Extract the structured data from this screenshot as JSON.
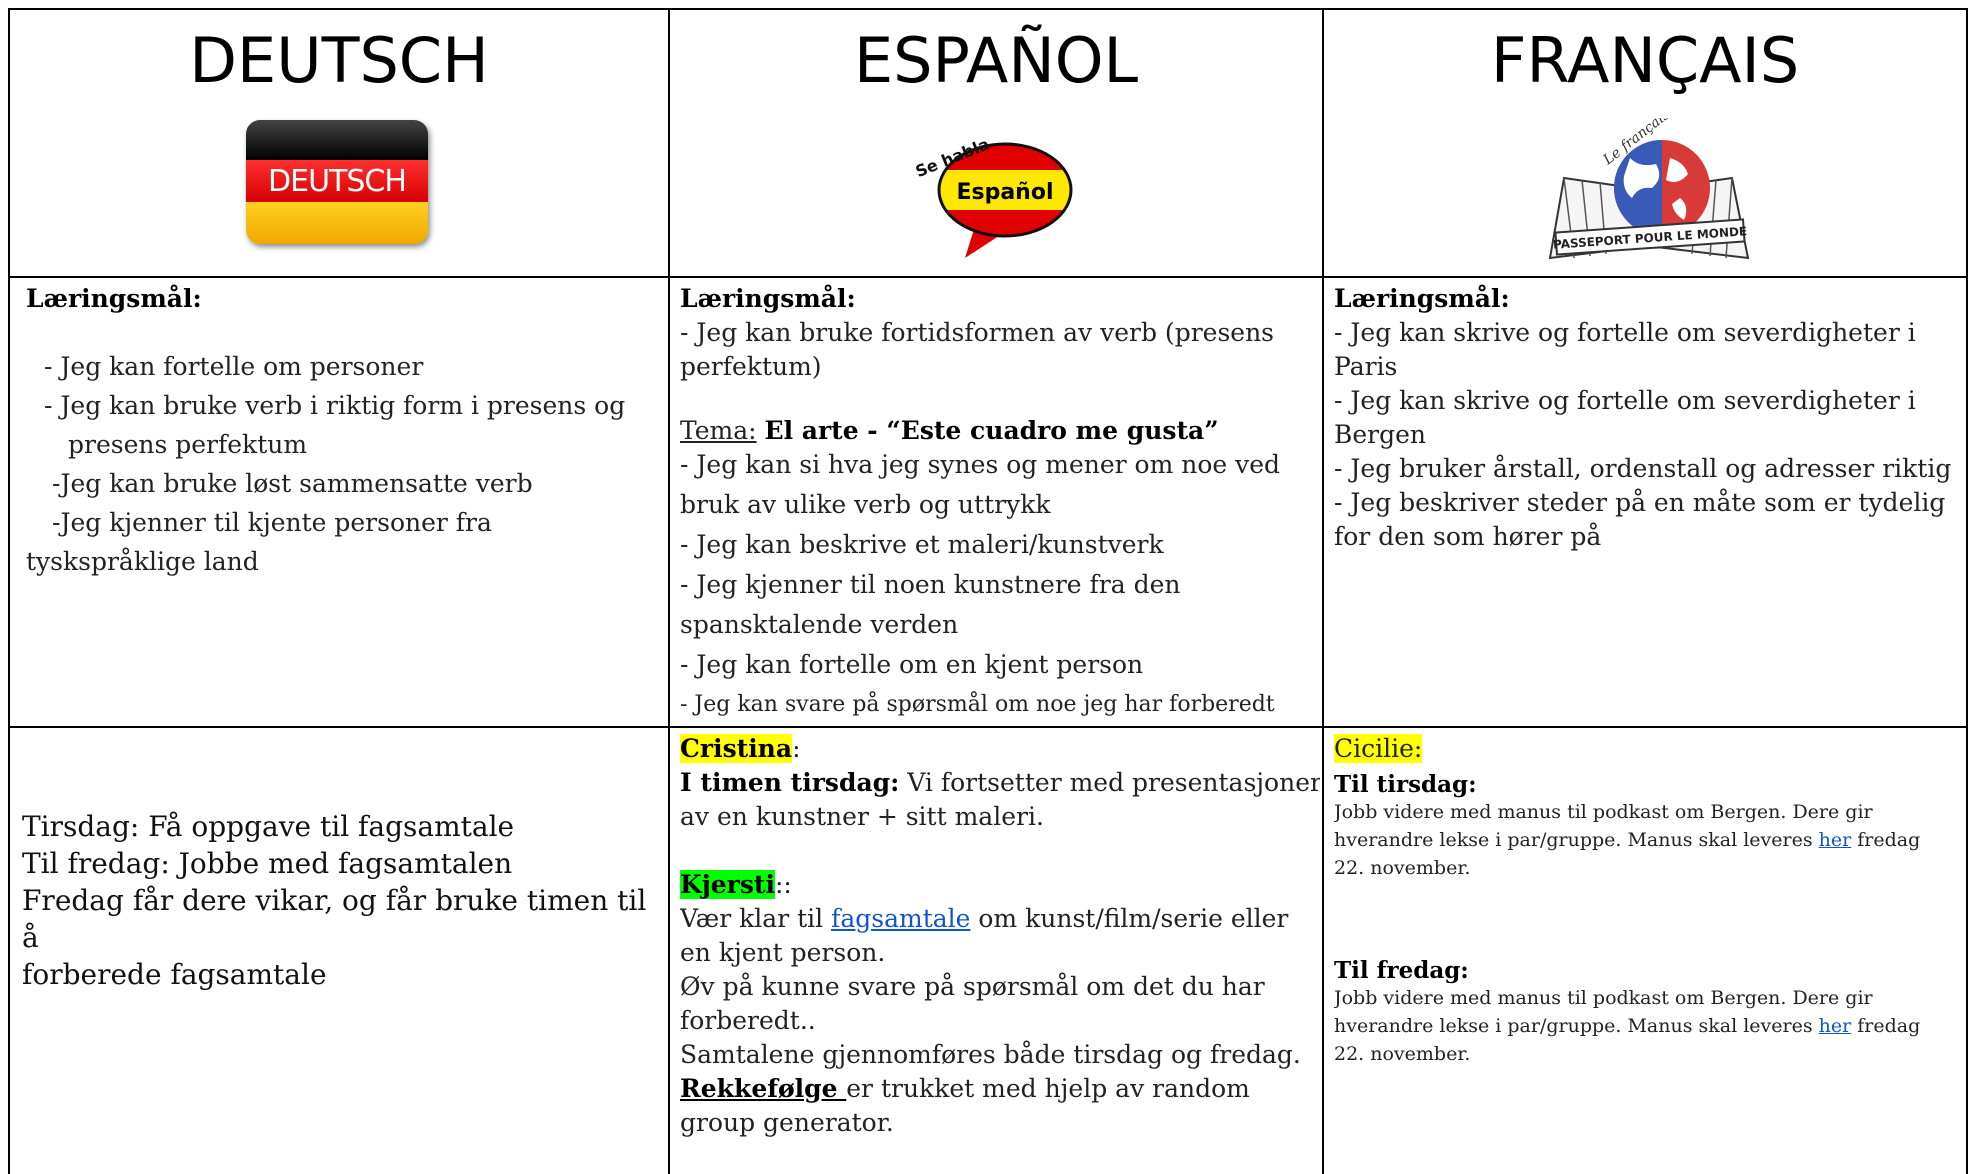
{
  "columns": {
    "deutsch": {
      "title": "DEUTSCH",
      "logo_text": "DEUTSCH",
      "goals_heading": "Læringsmål:",
      "goals": [
        "- Jeg kan fortelle om personer",
        "- Jeg kan bruke verb i riktig form i presens og",
        "presens perfektum",
        "-Jeg kan bruke løst sammensatte verb",
        "-Jeg kjenner til kjente personer fra",
        "tyskspråklige land"
      ],
      "schedule": [
        "Tirsdag: Få oppgave til fagsamtale",
        "Til fredag: Jobbe med fagsamtalen",
        "Fredag får dere vikar, og får bruke timen til å",
        "forberede fagsamtale"
      ]
    },
    "espanol": {
      "title": "ESPAÑOL",
      "logo_top": "Se habla",
      "logo_word": "Español",
      "goals_heading": "Læringsmål:",
      "goals_line1": "- Jeg kan bruke fortidsformen av verb (presens",
      "goals_line2": "perfektum)",
      "tema_label": "Tema:",
      "tema_text": "El arte - “Este cuadro me gusta”",
      "tema_goals": [
        "- Jeg kan si hva jeg synes og mener om noe ved",
        "bruk av ulike verb og uttrykk",
        "- Jeg kan beskrive et maleri/kunstverk",
        "- Jeg kjenner til  noen kunstnere fra den",
        "spansktalende verden",
        "- Jeg kan fortelle om en kjent person",
        "- Jeg kan svare på spørsmål om noe jeg har forberedt"
      ],
      "teacher1": "Cristina",
      "teacher1_suffix": ":",
      "t1_bold": "I timen tirsdag:",
      "t1_line1": " Vi fortsetter med presentasjoner",
      "t1_line2": "av en kunstner + sitt maleri.",
      "teacher2": "Kjersti",
      "teacher2_suffix": "::",
      "t2_pre": " Vær klar til ",
      "t2_link": "fagsamtale",
      "t2_post": " om kunst/film/serie eller",
      "t2_lines": [
        "en kjent person.",
        "Øv på kunne svare på spørsmål om det du har",
        "forberedt..",
        "Samtalene gjennomføres både tirsdag og fredag."
      ],
      "t2_link2": "Rekkefølge ",
      "t2_after_link2": "er trukket med hjelp av random",
      "t2_last": "group generator."
    },
    "francais": {
      "title": "FRANÇAIS",
      "logo_arc": "Le français",
      "logo_banner": "PASSEPORT POUR LE MONDE",
      "goals_heading": "Læringsmål:",
      "goals": [
        "- Jeg kan skrive og fortelle om severdigheter i",
        "Paris",
        "- Jeg kan skrive og fortelle om severdigheter i",
        "Bergen",
        "- Jeg bruker årstall, ordenstall og adresser riktig",
        "- Jeg beskriver steder på en måte som er tydelig",
        "for den som hører på"
      ],
      "teacher": "Cicilie:",
      "h1": "Til  tirsdag:",
      "p1_line1": "Jobb videre med manus til podkast om Bergen. Dere gir",
      "p1_line2_pre": "hverandre lekse i par/gruppe. Manus skal leveres ",
      "p1_link": "her",
      "p1_line2_post": " fredag",
      "p1_line3": "22. november.",
      "h2": "Til fredag:",
      "p2_line1": "Jobb videre med manus til podkast om Bergen. Dere gir",
      "p2_line2_pre": "hverandre lekse i par/gruppe. Manus skal leveres ",
      "p2_link": "her",
      "p2_line2_post": " fredag",
      "p2_line3": "22. november."
    }
  },
  "colors": {
    "highlight_yellow": "#ffff00",
    "highlight_green": "#00ff00",
    "link": "#1155cc"
  }
}
